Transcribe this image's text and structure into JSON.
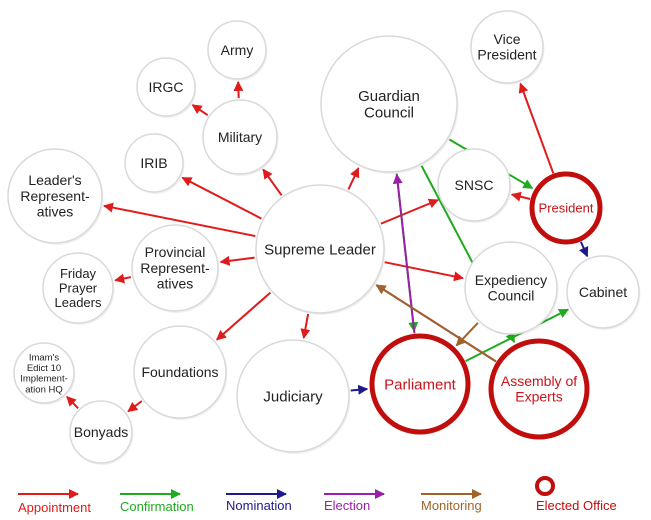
{
  "colors": {
    "appointment": "#e01b1b",
    "confirmation": "#1faa1f",
    "nomination": "#1f1a8a",
    "election": "#9b1fa8",
    "monitoring": "#a0642a",
    "elected": "#c20d0d"
  },
  "nodes": [
    {
      "id": "army",
      "lines": [
        "Army"
      ],
      "elected": false
    },
    {
      "id": "irgc",
      "lines": [
        "IRGC"
      ],
      "elected": false
    },
    {
      "id": "military",
      "lines": [
        "Military"
      ],
      "elected": false
    },
    {
      "id": "irib",
      "lines": [
        "IRIB"
      ],
      "elected": false
    },
    {
      "id": "leaders-reps",
      "lines": [
        "Leader's",
        "Represent-",
        "atives"
      ],
      "elected": false
    },
    {
      "id": "friday-prayer",
      "lines": [
        "Friday",
        "Prayer",
        "Leaders"
      ],
      "elected": false
    },
    {
      "id": "provincial-reps",
      "lines": [
        "Provincial",
        "Represent-",
        "atives"
      ],
      "elected": false
    },
    {
      "id": "imams-edict",
      "lines": [
        "Imam's",
        "Edict 10",
        "Implement-",
        "ation HQ"
      ],
      "elected": false
    },
    {
      "id": "foundations",
      "lines": [
        "Foundations"
      ],
      "elected": false
    },
    {
      "id": "bonyads",
      "lines": [
        "Bonyads"
      ],
      "elected": false
    },
    {
      "id": "supreme-leader",
      "lines": [
        "Supreme Leader"
      ],
      "elected": false
    },
    {
      "id": "guardian-council",
      "lines": [
        "Guardian",
        "Council"
      ],
      "elected": false
    },
    {
      "id": "judiciary",
      "lines": [
        "Judiciary"
      ],
      "elected": false
    },
    {
      "id": "vice-president",
      "lines": [
        "Vice",
        "President"
      ],
      "elected": false
    },
    {
      "id": "snsc",
      "lines": [
        "SNSC"
      ],
      "elected": false
    },
    {
      "id": "president",
      "lines": [
        "President"
      ],
      "elected": true
    },
    {
      "id": "expediency-council",
      "lines": [
        "Expediency",
        "Council"
      ],
      "elected": false
    },
    {
      "id": "cabinet",
      "lines": [
        "Cabinet"
      ],
      "elected": false
    },
    {
      "id": "parliament",
      "lines": [
        "Parliament"
      ],
      "elected": true
    },
    {
      "id": "assembly-of-experts",
      "lines": [
        "Assembly of",
        "Experts"
      ],
      "elected": true
    }
  ],
  "edges": [
    {
      "from": "military",
      "to": "army",
      "type": "appointment"
    },
    {
      "from": "military",
      "to": "irgc",
      "type": "appointment"
    },
    {
      "from": "supreme-leader",
      "to": "military",
      "type": "appointment"
    },
    {
      "from": "supreme-leader",
      "to": "irib",
      "type": "appointment"
    },
    {
      "from": "supreme-leader",
      "to": "leaders-reps",
      "type": "appointment"
    },
    {
      "from": "supreme-leader",
      "to": "provincial-reps",
      "type": "appointment"
    },
    {
      "from": "provincial-reps",
      "to": "friday-prayer",
      "type": "appointment"
    },
    {
      "from": "supreme-leader",
      "to": "foundations",
      "type": "appointment"
    },
    {
      "from": "foundations",
      "to": "bonyads",
      "type": "appointment"
    },
    {
      "from": "bonyads",
      "to": "imams-edict",
      "type": "appointment"
    },
    {
      "from": "supreme-leader",
      "to": "guardian-council",
      "type": "appointment"
    },
    {
      "from": "supreme-leader",
      "to": "judiciary",
      "type": "appointment"
    },
    {
      "from": "supreme-leader",
      "to": "snsc",
      "type": "appointment"
    },
    {
      "from": "supreme-leader",
      "to": "expediency-council",
      "type": "appointment"
    },
    {
      "from": "president",
      "to": "vice-president",
      "type": "appointment"
    },
    {
      "from": "president",
      "to": "snsc",
      "type": "appointment"
    },
    {
      "from": "guardian-council",
      "to": "president",
      "type": "confirmation"
    },
    {
      "from": "guardian-council",
      "to": "parliament",
      "type": "confirmation"
    },
    {
      "from": "guardian-council",
      "to": "assembly-of-experts",
      "type": "confirmation"
    },
    {
      "from": "parliament",
      "to": "cabinet",
      "type": "confirmation"
    },
    {
      "from": "president",
      "to": "cabinet",
      "type": "nomination"
    },
    {
      "from": "judiciary",
      "to": "parliament",
      "type": "nomination"
    },
    {
      "from": "parliament",
      "to": "guardian-council",
      "type": "election"
    },
    {
      "from": "assembly-of-experts",
      "to": "supreme-leader",
      "type": "election"
    },
    {
      "from": "assembly-of-experts",
      "to": "supreme-leader",
      "type": "monitoring"
    },
    {
      "from": "expediency-council",
      "to": "parliament",
      "type": "monitoring"
    }
  ],
  "legend": [
    {
      "type": "appointment",
      "label": "Appointment",
      "icon": "arrow"
    },
    {
      "type": "confirmation",
      "label": "Confirmation",
      "icon": "arrow"
    },
    {
      "type": "nomination",
      "label": "Nomination",
      "icon": "arrow"
    },
    {
      "type": "election",
      "label": "Election",
      "icon": "arrow"
    },
    {
      "type": "monitoring",
      "label": "Monitoring",
      "icon": "arrow"
    },
    {
      "type": "elected",
      "label": "Elected Office",
      "icon": "ring"
    }
  ]
}
